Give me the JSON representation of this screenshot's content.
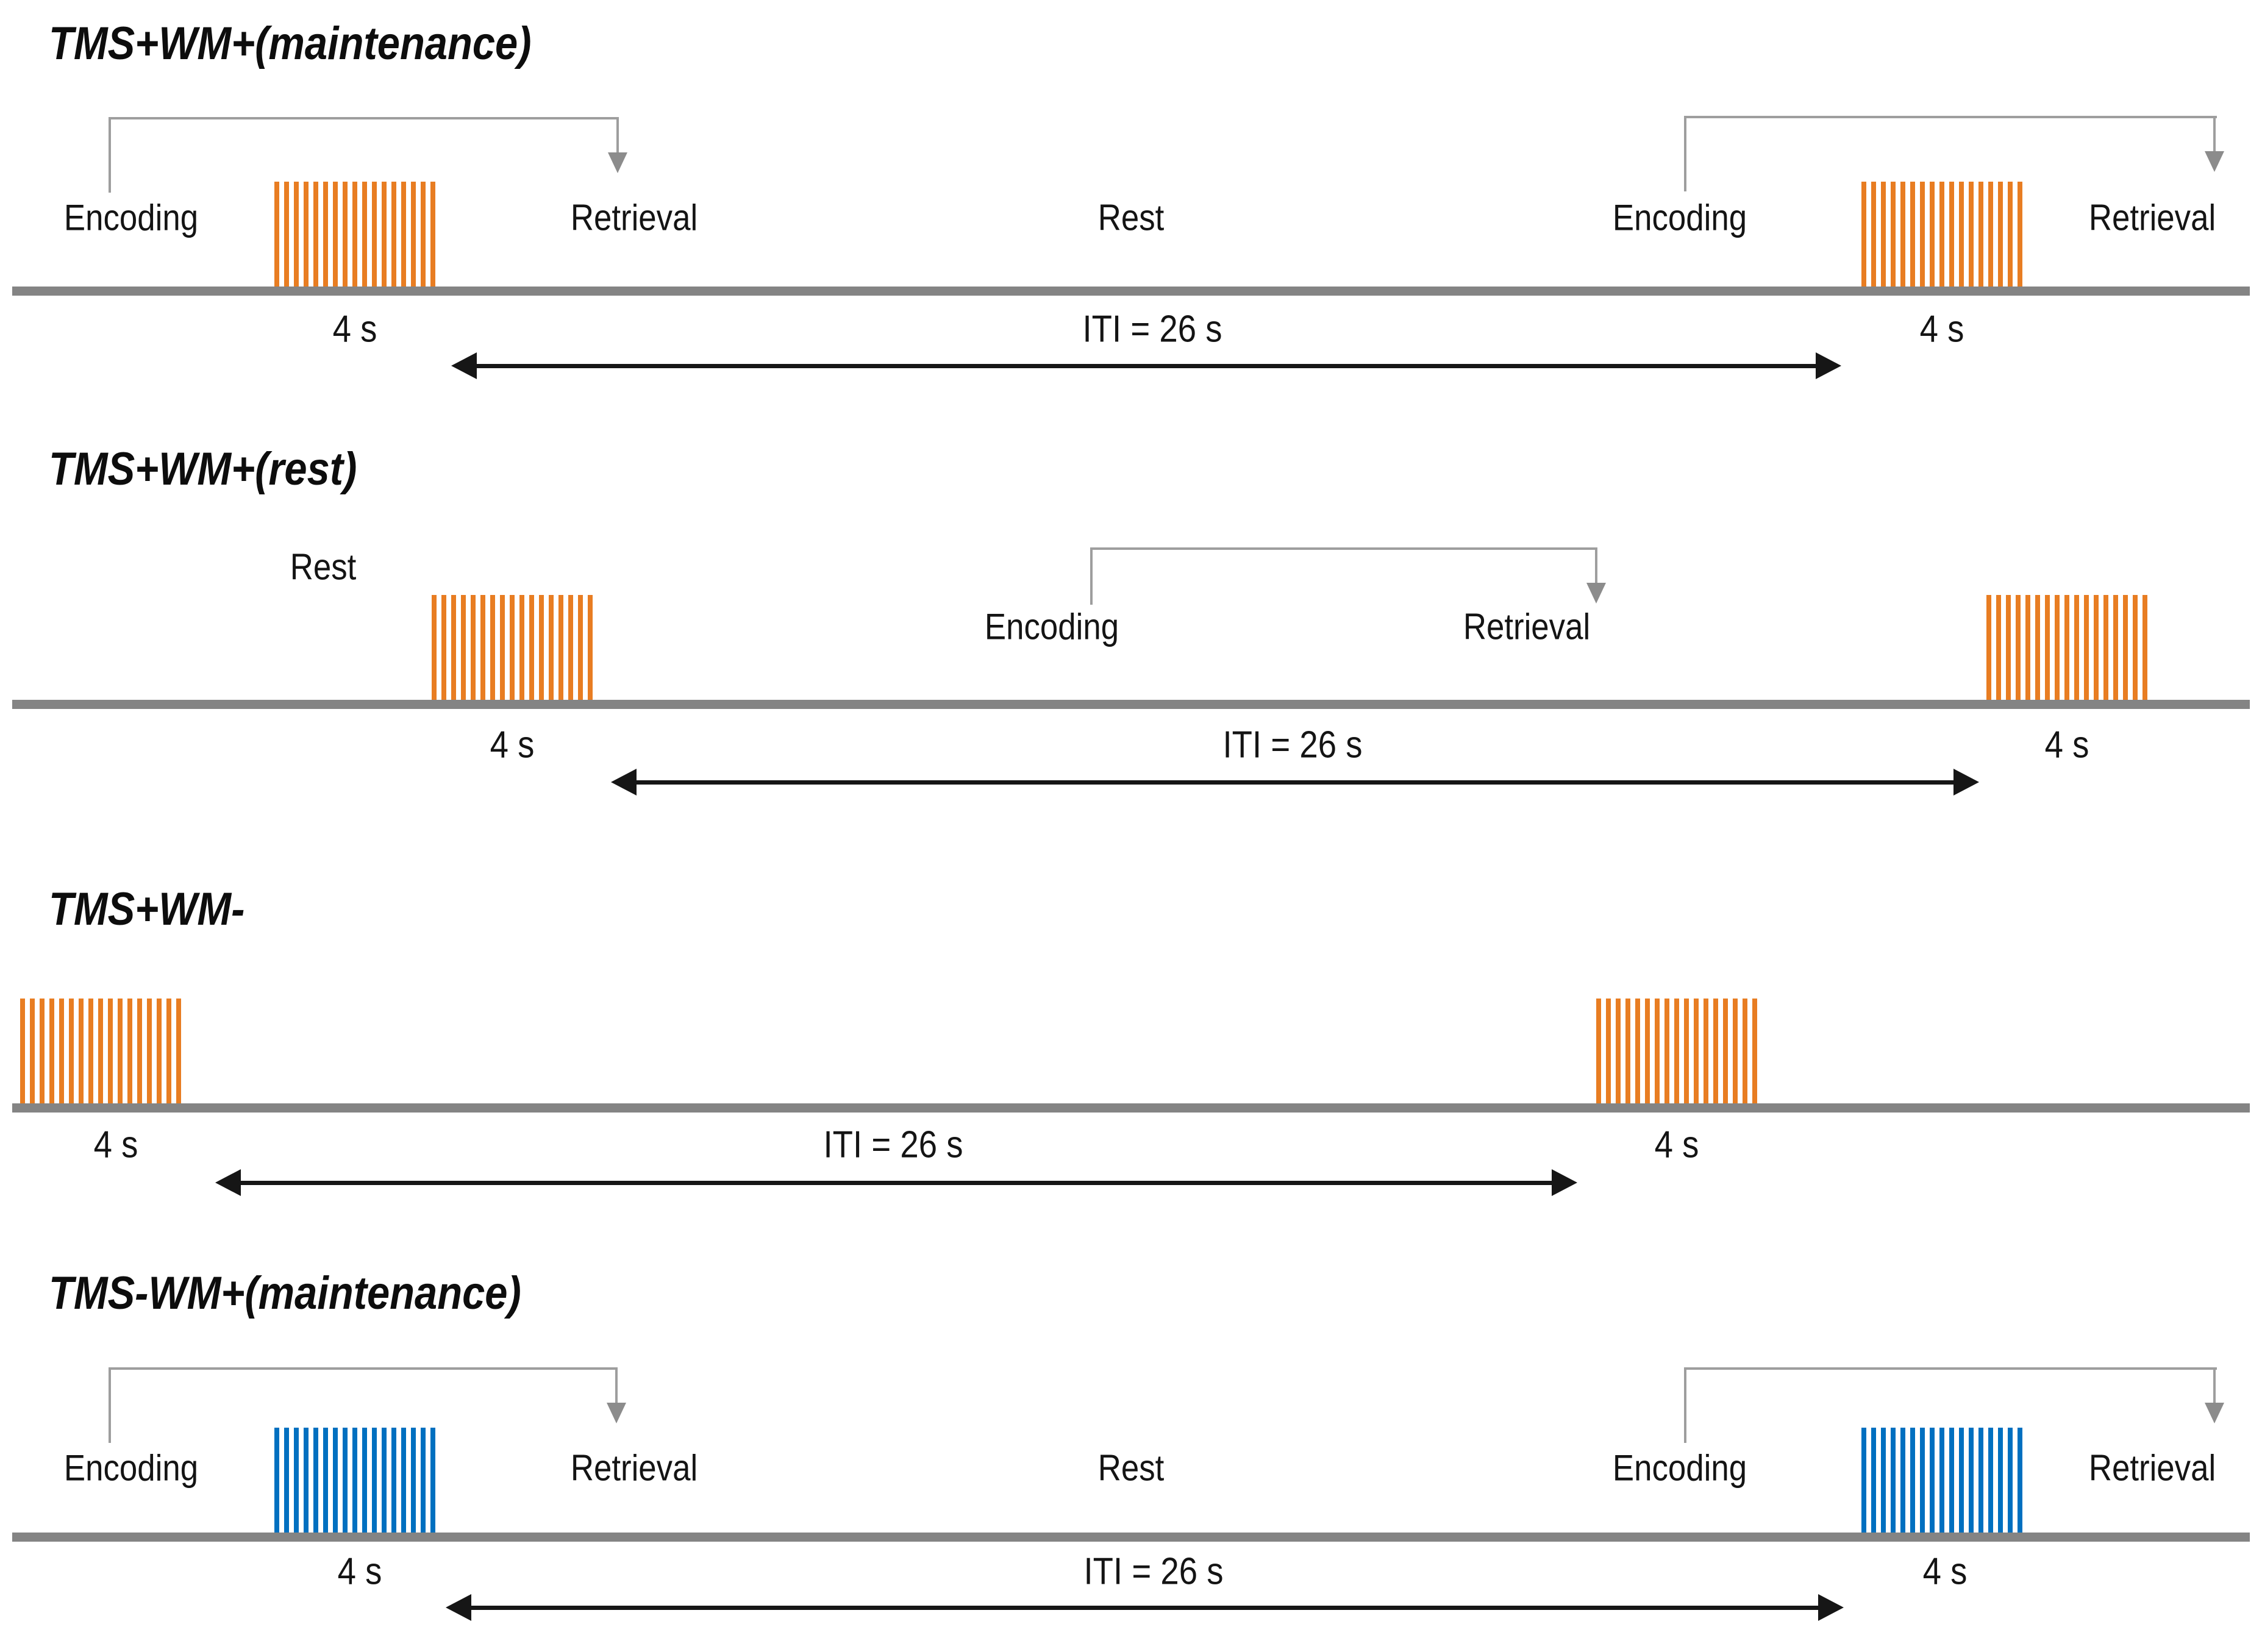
{
  "figure": {
    "type": "experimental-paradigm-timeline",
    "colors": {
      "tms_pulse_orange": "#e87d22",
      "tms_pulse_blue": "#0070c0",
      "timeline_gray": "#848484",
      "bracket_gray": "#9e9e9e",
      "arrow_black": "#161616"
    },
    "rows": [
      {
        "id": "tms_plus_wm_plus_maintenance",
        "title": "TMS+WM+(maintenance)",
        "pulse_color": "orange",
        "labels": {
          "encoding_1": "Encoding",
          "retrieval_1": "Retrieval",
          "rest": "Rest",
          "encoding_2": "Encoding",
          "retrieval_2": "Retrieval"
        },
        "durations": {
          "pulse_1": "4 s",
          "iti": "ITI = 26 s",
          "pulse_2": "4 s"
        }
      },
      {
        "id": "tms_plus_wm_plus_rest",
        "title": "TMS+WM+(rest)",
        "pulse_color": "orange",
        "labels": {
          "rest": "Rest",
          "encoding_1": "Encoding",
          "retrieval_1": "Retrieval"
        },
        "durations": {
          "pulse_1": "4 s",
          "iti": "ITI = 26 s",
          "pulse_2": "4 s"
        }
      },
      {
        "id": "tms_plus_wm_minus",
        "title": "TMS+WM-",
        "pulse_color": "orange",
        "labels": {},
        "durations": {
          "pulse_1": "4 s",
          "iti": "ITI = 26 s",
          "pulse_2": "4 s"
        }
      },
      {
        "id": "tms_minus_wm_plus_maintenance",
        "title": "TMS-WM+(maintenance)",
        "pulse_color": "blue",
        "labels": {
          "encoding_1": "Encoding",
          "retrieval_1": "Retrieval",
          "rest": "Rest",
          "encoding_2": "Encoding",
          "retrieval_2": "Retrieval"
        },
        "durations": {
          "pulse_1": "4 s",
          "iti": "ITI = 26 s",
          "pulse_2": "4 s"
        }
      }
    ]
  }
}
